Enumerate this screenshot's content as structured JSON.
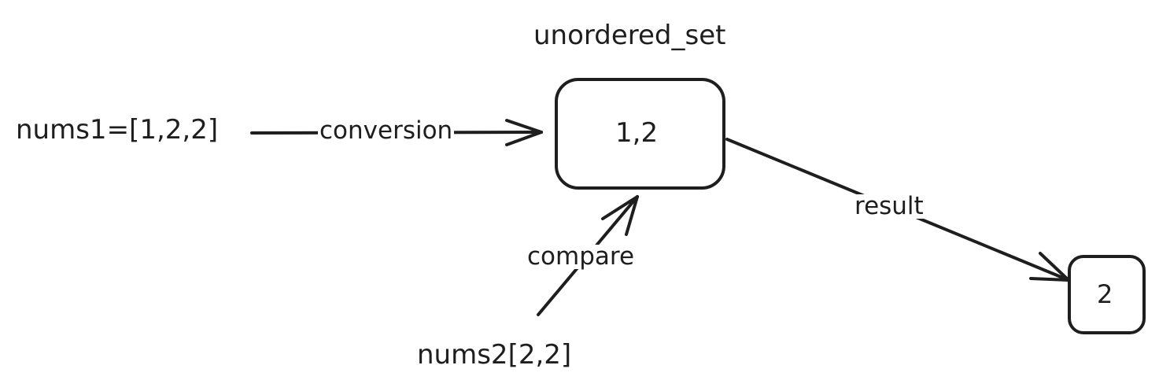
{
  "diagram": {
    "set_title": "unordered_set",
    "set_value": "1,2",
    "nums1": "nums1=[1,2,2]",
    "nums2": "nums2[2,2]",
    "output_value": "2",
    "edges": {
      "conversion": "conversion",
      "compare": "compare",
      "result": "result"
    }
  },
  "colors": {
    "stroke": "#1e1e1e",
    "background": "#ffffff"
  }
}
